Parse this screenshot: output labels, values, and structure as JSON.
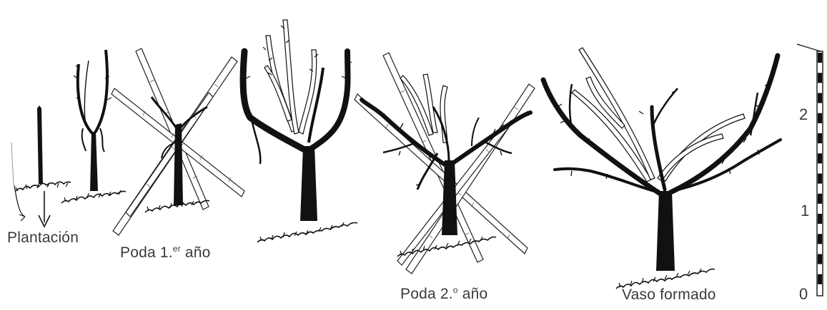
{
  "stages": [
    {
      "id": "plantacion",
      "label": "Plantación"
    },
    {
      "id": "poda1",
      "label_main": "Poda 1.",
      "label_sup": "er",
      "label_tail": " año"
    },
    {
      "id": "poda2",
      "label_main": "Poda 2.",
      "label_sup": "o",
      "label_tail": " año"
    },
    {
      "id": "vaso",
      "label": "Vaso formado"
    }
  ],
  "scale": {
    "ticks": [
      "0",
      "1",
      "2"
    ]
  },
  "colors": {
    "ink": "#111111",
    "label": "#3a3a3a",
    "background": "#ffffff"
  }
}
